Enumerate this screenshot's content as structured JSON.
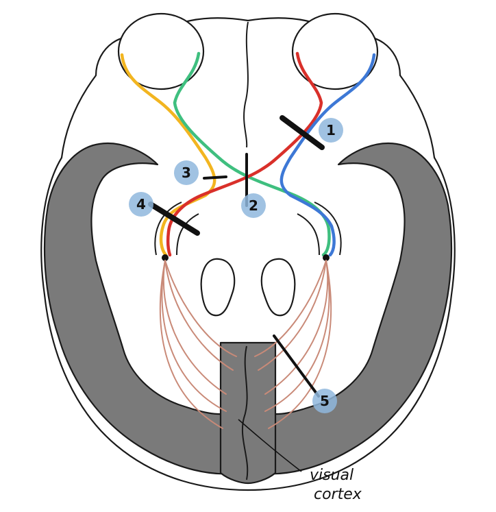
{
  "diagram": {
    "lesion_markers": [
      {
        "id": "1",
        "label": "1"
      },
      {
        "id": "2",
        "label": "2"
      },
      {
        "id": "3",
        "label": "3"
      },
      {
        "id": "4",
        "label": "4"
      },
      {
        "id": "5",
        "label": "5"
      }
    ],
    "annotation": {
      "line1": "visual",
      "line2": "cortex"
    },
    "colors": {
      "yellow_fibers": "#f2b520",
      "green_fibers": "#3fbf7f",
      "red_fibers": "#d9302a",
      "blue_fibers": "#3d78d6",
      "optic_radiation": "#c98a78",
      "cortex_gray": "#7a7a7a",
      "marker_blue": "#8fb7dd"
    }
  }
}
